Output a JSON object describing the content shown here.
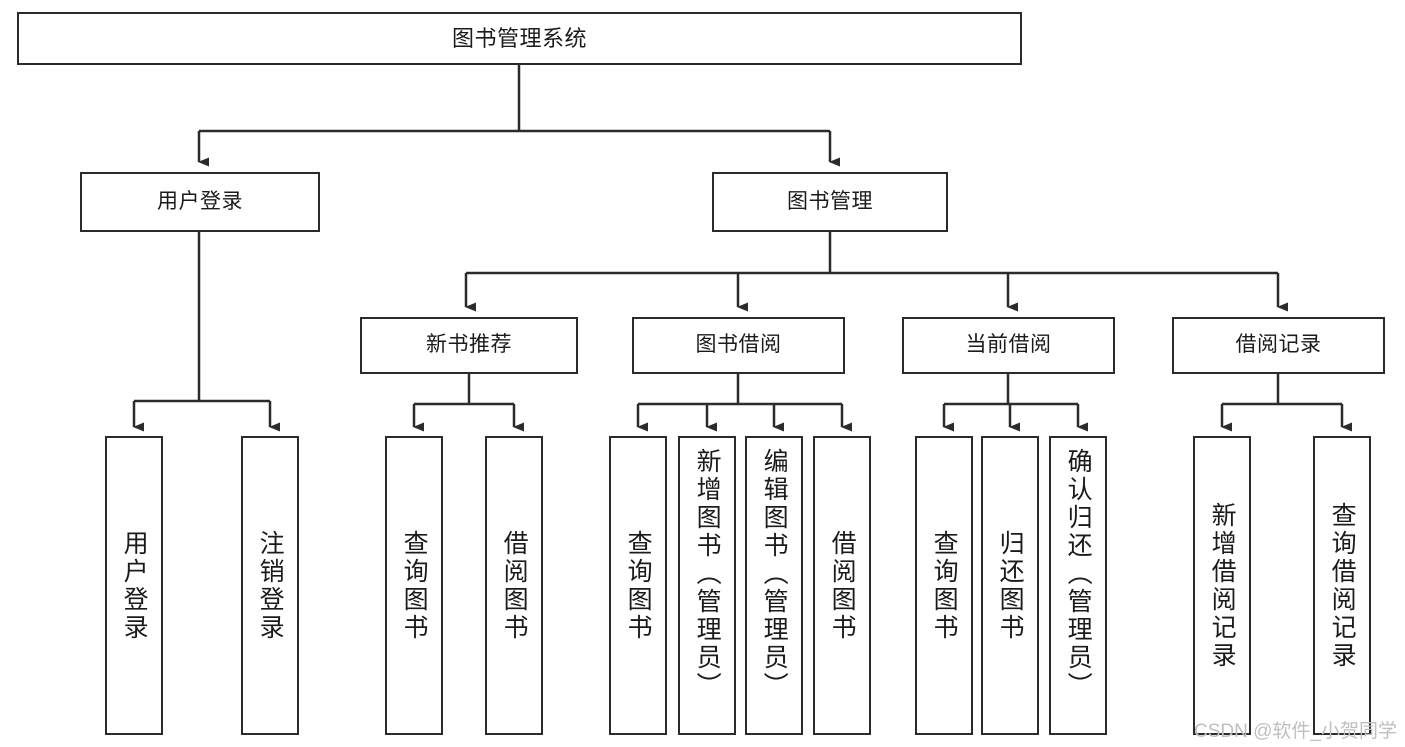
{
  "diagram": {
    "type": "tree",
    "title": "图书管理系统",
    "stroke_color": "#2b2b2b",
    "background_color": "#ffffff",
    "text_color": "#1b1b1b",
    "root": {
      "id": "root",
      "label": "图书管理系统"
    },
    "level2": [
      {
        "id": "user-login",
        "label": "用户登录"
      },
      {
        "id": "book-manage",
        "label": "图书管理"
      }
    ],
    "level3": [
      {
        "id": "new-book-recommend",
        "label": "新书推荐",
        "parent": "book-manage"
      },
      {
        "id": "book-borrow",
        "label": "图书借阅",
        "parent": "book-manage"
      },
      {
        "id": "current-borrow",
        "label": "当前借阅",
        "parent": "book-manage"
      },
      {
        "id": "borrow-record",
        "label": "借阅记录",
        "parent": "book-manage"
      }
    ],
    "leaves": [
      {
        "id": "leaf-user-login",
        "label": "用户登录",
        "parent": "user-login"
      },
      {
        "id": "leaf-user-logout",
        "label": "注销登录",
        "parent": "user-login"
      },
      {
        "id": "leaf-query-book-1",
        "label": "查询图书",
        "parent": "new-book-recommend"
      },
      {
        "id": "leaf-borrow-book-1",
        "label": "借阅图书",
        "parent": "new-book-recommend"
      },
      {
        "id": "leaf-query-book-2",
        "label": "查询图书",
        "parent": "book-borrow"
      },
      {
        "id": "leaf-add-book",
        "label": "新增图书（管理员）",
        "parent": "book-borrow"
      },
      {
        "id": "leaf-edit-book",
        "label": "编辑图书（管理员）",
        "parent": "book-borrow"
      },
      {
        "id": "leaf-borrow-book-2",
        "label": "借阅图书",
        "parent": "book-borrow"
      },
      {
        "id": "leaf-query-book-3",
        "label": "查询图书",
        "parent": "current-borrow"
      },
      {
        "id": "leaf-return-book",
        "label": "归还图书",
        "parent": "current-borrow"
      },
      {
        "id": "leaf-confirm-return",
        "label": "确认归还（管理员）",
        "parent": "current-borrow"
      },
      {
        "id": "leaf-add-record",
        "label": "新增借阅记录",
        "parent": "borrow-record"
      },
      {
        "id": "leaf-query-record",
        "label": "查询借阅记录",
        "parent": "borrow-record"
      }
    ]
  },
  "watermark": {
    "text": "CSDN @软件_小贺同学"
  }
}
